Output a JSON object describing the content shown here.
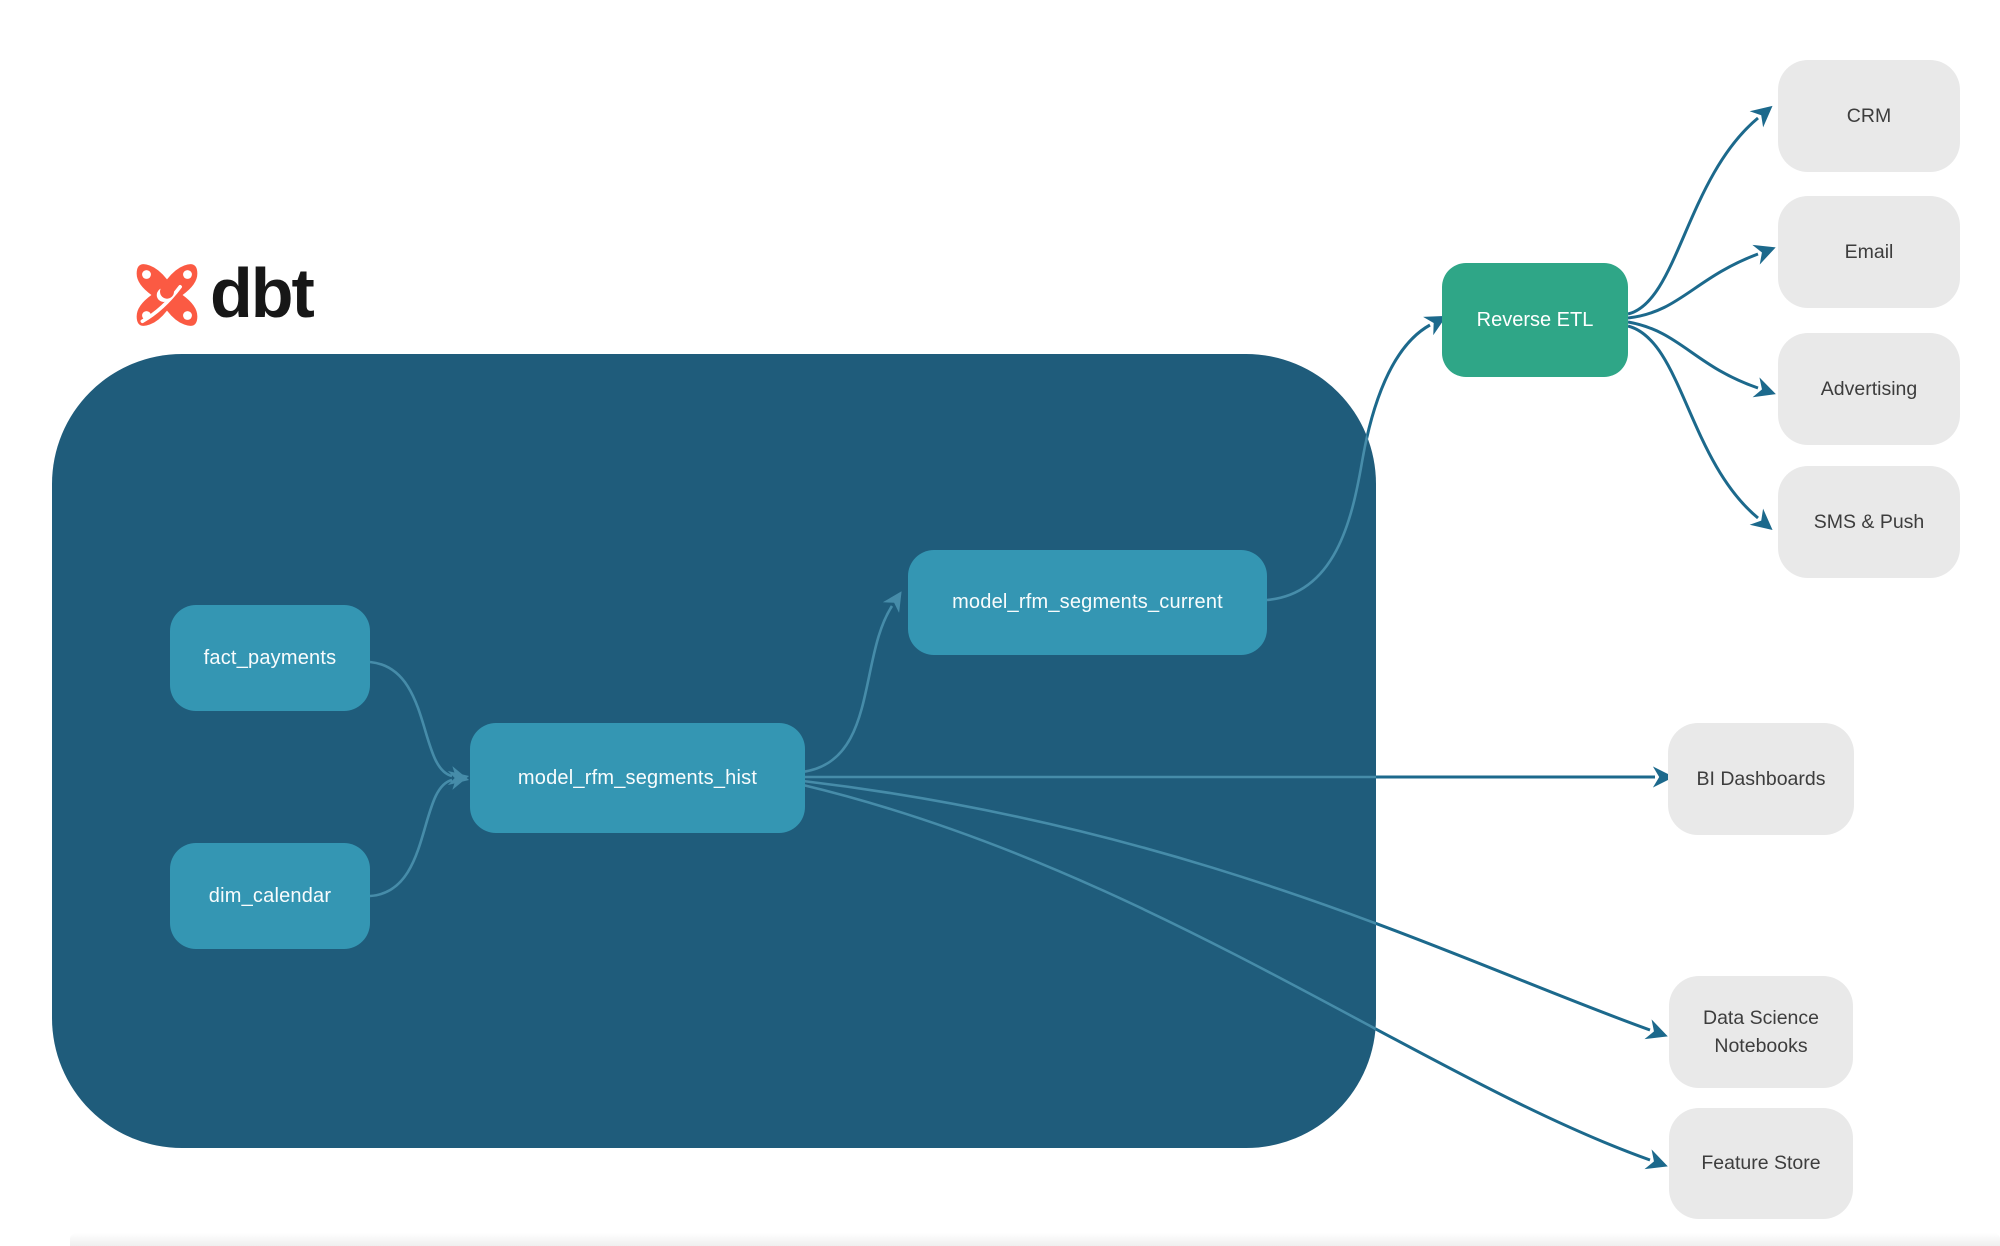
{
  "brand": {
    "name": "dbt"
  },
  "colors": {
    "dbt_orange": "#FB5A43",
    "container_fill": "#1F5C7B",
    "model_node_fill": "#3496B3",
    "reverse_etl_fill": "#2FA687",
    "destination_fill": "#E9E9E9",
    "edge_outside": "#1C698C",
    "edge_inside": "#37809B",
    "model_text": "#FFFFFF",
    "destination_text": "#3D3D3D"
  },
  "nodes": {
    "fact_payments": {
      "label": "fact_payments"
    },
    "dim_calendar": {
      "label": "dim_calendar"
    },
    "model_rfm_segments_hist": {
      "label": "model_rfm_segments_hist"
    },
    "model_rfm_segments_current": {
      "label": "model_rfm_segments_current"
    },
    "reverse_etl": {
      "label": "Reverse ETL"
    },
    "crm": {
      "label": "CRM"
    },
    "email": {
      "label": "Email"
    },
    "advertising": {
      "label": "Advertising"
    },
    "sms_push": {
      "label": "SMS & Push"
    },
    "bi_dashboards": {
      "label": "BI Dashboards"
    },
    "data_science_notebooks": {
      "label": "Data Science Notebooks"
    },
    "feature_store": {
      "label": "Feature Store"
    }
  },
  "edges": [
    {
      "from": "fact_payments",
      "to": "model_rfm_segments_hist"
    },
    {
      "from": "dim_calendar",
      "to": "model_rfm_segments_hist"
    },
    {
      "from": "model_rfm_segments_hist",
      "to": "model_rfm_segments_current"
    },
    {
      "from": "model_rfm_segments_current",
      "to": "reverse_etl"
    },
    {
      "from": "model_rfm_segments_hist",
      "to": "bi_dashboards"
    },
    {
      "from": "model_rfm_segments_hist",
      "to": "data_science_notebooks"
    },
    {
      "from": "model_rfm_segments_hist",
      "to": "feature_store"
    },
    {
      "from": "reverse_etl",
      "to": "crm"
    },
    {
      "from": "reverse_etl",
      "to": "email"
    },
    {
      "from": "reverse_etl",
      "to": "advertising"
    },
    {
      "from": "reverse_etl",
      "to": "sms_push"
    }
  ]
}
